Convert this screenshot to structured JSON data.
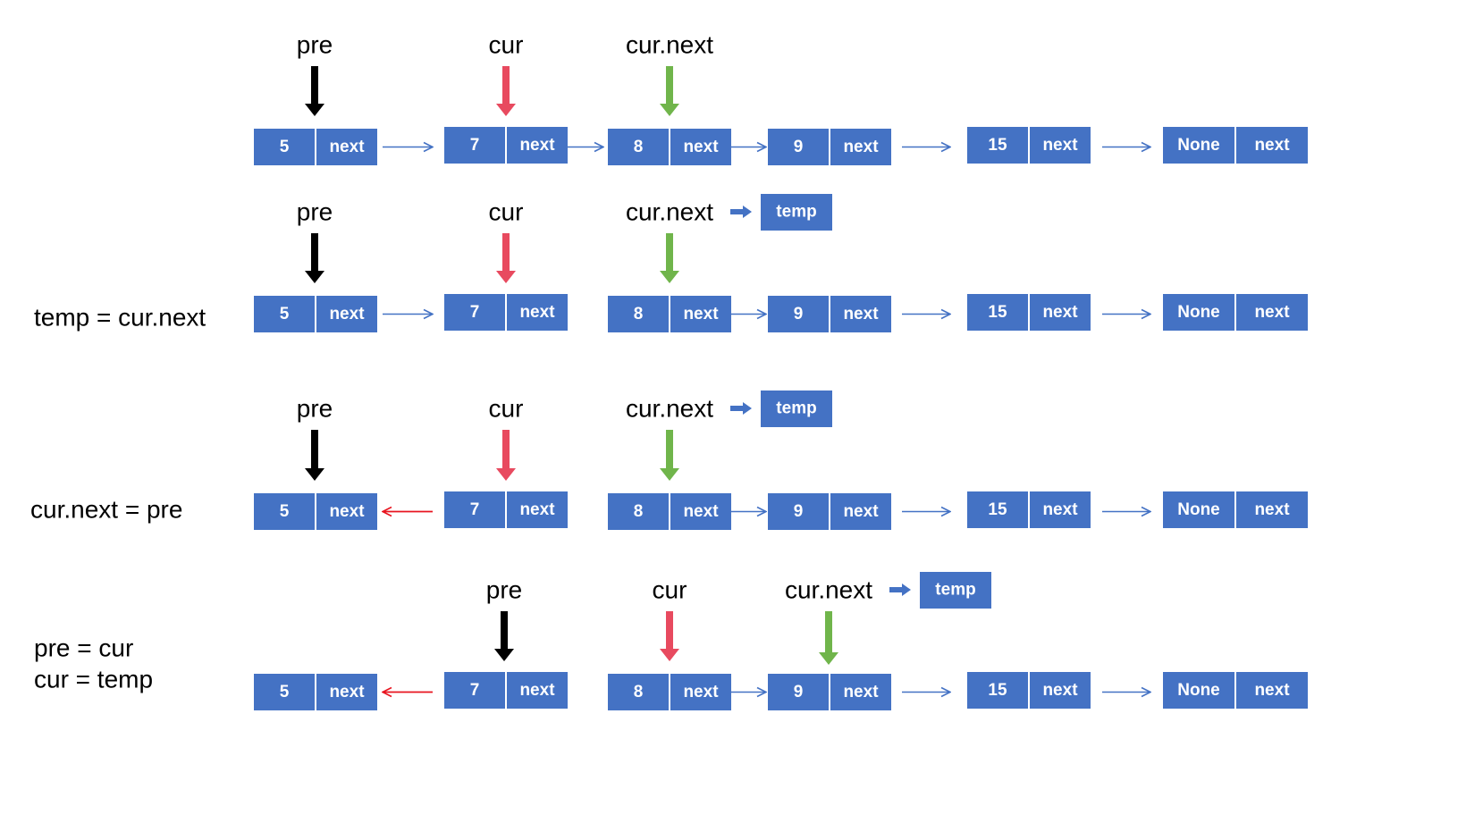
{
  "colors": {
    "node": "#4472c4",
    "link": "#4472c4",
    "reversed_link": "#e8141f",
    "pre_pointer": "#000000",
    "cur_pointer": "#e84a5f",
    "next_pointer": "#70b54b",
    "temp_arrow": "#4472c4"
  },
  "rows": [
    {
      "step": [],
      "nodes": [
        {
          "val": "5",
          "next": "next"
        },
        {
          "val": "7",
          "next": "next"
        },
        {
          "val": "8",
          "next": "next"
        },
        {
          "val": "9",
          "next": "next"
        },
        {
          "val": "15",
          "next": "next"
        },
        {
          "val": "None",
          "next": "next"
        }
      ],
      "links": [
        "forward",
        "forward",
        "forward",
        "forward",
        "forward"
      ],
      "pointers": [
        {
          "role": "pre",
          "label": "pre",
          "target": 0
        },
        {
          "role": "cur",
          "label": "cur",
          "target": 1
        },
        {
          "role": "next",
          "label": "cur.next",
          "target": 2
        }
      ],
      "temp": null
    },
    {
      "step": [
        "temp = cur.next"
      ],
      "nodes": [
        {
          "val": "5",
          "next": "next"
        },
        {
          "val": "7",
          "next": "next"
        },
        {
          "val": "8",
          "next": "next"
        },
        {
          "val": "9",
          "next": "next"
        },
        {
          "val": "15",
          "next": "next"
        },
        {
          "val": "None",
          "next": "next"
        }
      ],
      "links": [
        "forward",
        "none",
        "forward",
        "forward",
        "forward"
      ],
      "pointers": [
        {
          "role": "pre",
          "label": "pre",
          "target": 0
        },
        {
          "role": "cur",
          "label": "cur",
          "target": 1
        },
        {
          "role": "next",
          "label": "cur.next",
          "target": 2
        }
      ],
      "temp": "temp"
    },
    {
      "step": [
        "cur.next = pre"
      ],
      "nodes": [
        {
          "val": "5",
          "next": "next"
        },
        {
          "val": "7",
          "next": "next"
        },
        {
          "val": "8",
          "next": "next"
        },
        {
          "val": "9",
          "next": "next"
        },
        {
          "val": "15",
          "next": "next"
        },
        {
          "val": "None",
          "next": "next"
        }
      ],
      "links": [
        "backward",
        "none",
        "forward",
        "forward",
        "forward"
      ],
      "pointers": [
        {
          "role": "pre",
          "label": "pre",
          "target": 0
        },
        {
          "role": "cur",
          "label": "cur",
          "target": 1
        },
        {
          "role": "next",
          "label": "cur.next",
          "target": 2
        }
      ],
      "temp": "temp"
    },
    {
      "step": [
        "pre = cur",
        "cur = temp"
      ],
      "nodes": [
        {
          "val": "5",
          "next": "next"
        },
        {
          "val": "7",
          "next": "next"
        },
        {
          "val": "8",
          "next": "next"
        },
        {
          "val": "9",
          "next": "next"
        },
        {
          "val": "15",
          "next": "next"
        },
        {
          "val": "None",
          "next": "next"
        }
      ],
      "links": [
        "backward",
        "none",
        "forward",
        "forward",
        "forward"
      ],
      "pointers": [
        {
          "role": "pre",
          "label": "pre",
          "target": 1
        },
        {
          "role": "cur",
          "label": "cur",
          "target": 2
        },
        {
          "role": "next",
          "label": "cur.next",
          "target": 3
        }
      ],
      "temp": "temp"
    }
  ]
}
